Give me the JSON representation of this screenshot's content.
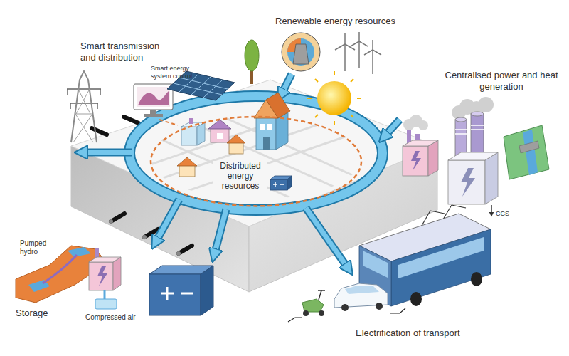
{
  "diagram": {
    "nodes": [
      {
        "text": [
          "Distributed energy resources"
        ]
      }
    ],
    "labels": [
      "Renewable energy resources",
      "Smart transmission and distribution",
      "Smart energy system control",
      "Centralised power and heat generation",
      "CCS",
      "Pumped hydro",
      "Storage",
      "Compressed air",
      "Electrification of transport"
    ]
  }
}
